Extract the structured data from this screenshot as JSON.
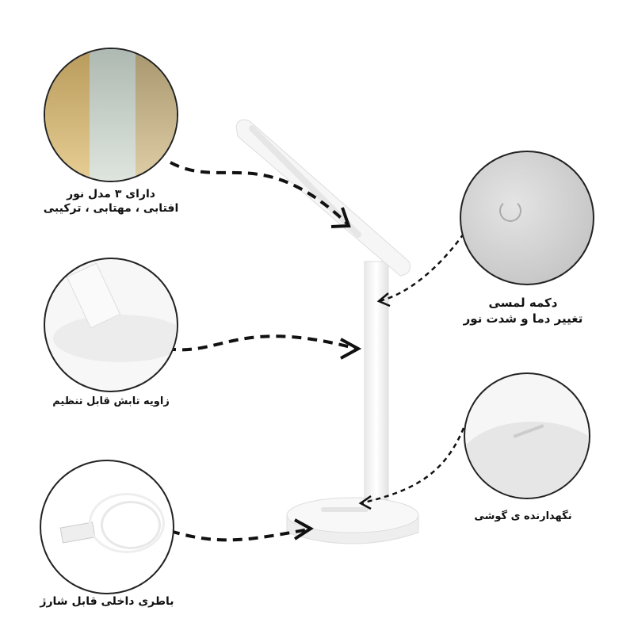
{
  "features": {
    "light_modes": {
      "title": "دارای ۳ مدل نور",
      "subtitle": "افتابی ، مهتابی ، ترکیبی"
    },
    "touch_button": {
      "title": "دکمه لمسی",
      "subtitle": "تغییر دما و شدت نور"
    },
    "angle": {
      "title": "زاویه تابش قابل تنظیم"
    },
    "phone_holder": {
      "title": "نگهدارنده ی گوشی"
    },
    "battery": {
      "title": "باطری داخلی قابل شارژ"
    }
  },
  "colors": {
    "warm": "#d9b978",
    "cool": "#c9d3cc",
    "mixed": "#cdbf9f",
    "outline": "#222222"
  }
}
